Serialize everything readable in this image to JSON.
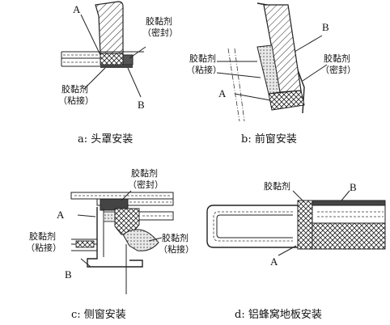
{
  "panels": {
    "a": {
      "caption": "a: 头罩安装",
      "label_A": "A",
      "label_B": "B",
      "seal_line1": "胶黏剂",
      "seal_line2": "（密封）",
      "bond_line1": "胶黏剂",
      "bond_line2": "（粘接）"
    },
    "b": {
      "caption": "b: 前窗安装",
      "label_A": "A",
      "label_B": "B",
      "seal_line1": "胶黏剂",
      "seal_line2": "（密封）",
      "bond_line1": "胶黏剂",
      "bond_line2": "（粘接）"
    },
    "c": {
      "caption": "c: 侧窗安装",
      "label_A": "A",
      "label_B": "B",
      "seal_line1": "胶黏剂",
      "seal_line2": "（密封）",
      "bond_left_line1": "胶黏剂",
      "bond_left_line2": "（粘接）",
      "bond_right_line1": "胶黏剂",
      "bond_right_line2": "（粘接）"
    },
    "d": {
      "caption": "d: 铝蜂窝地板安装",
      "label_A": "A",
      "label_B": "B",
      "adhesive": "胶黏剂"
    }
  }
}
